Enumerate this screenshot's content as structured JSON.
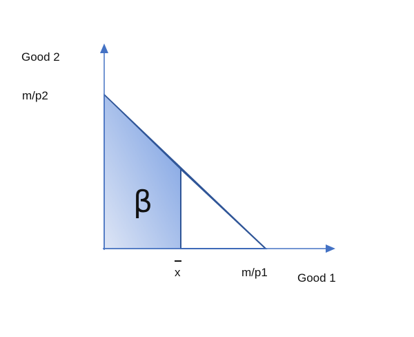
{
  "labels": {
    "y_axis_title": "Good 2",
    "y_intercept": "m/p2",
    "x_axis_title": "Good 1",
    "x_intercept": "m/p1",
    "x_bar": "x",
    "region": "β"
  },
  "colors": {
    "axis": "#4472c4",
    "budget_line": "#2f5597",
    "shade_light": "#dde5f5",
    "shade_dark": "#8faee6"
  }
}
